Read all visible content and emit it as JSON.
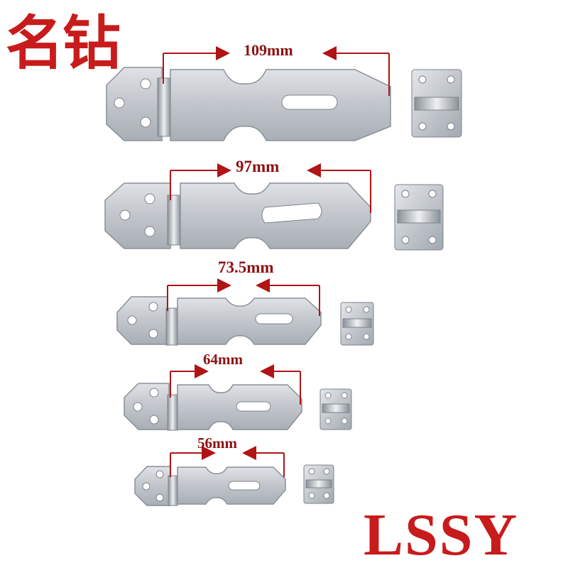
{
  "branding": {
    "top_left_mark": "名钻",
    "bottom_right_mark": "LSSY"
  },
  "hasps": [
    {
      "size_label": "109mm"
    },
    {
      "size_label": "97mm"
    },
    {
      "size_label": "73.5mm"
    },
    {
      "size_label": "64mm"
    },
    {
      "size_label": "56mm"
    }
  ],
  "colors": {
    "accent": "#c81b1b",
    "dimension_line": "#b01414",
    "metal_light": "#c9cdd2",
    "metal_dark": "#8a9098"
  }
}
